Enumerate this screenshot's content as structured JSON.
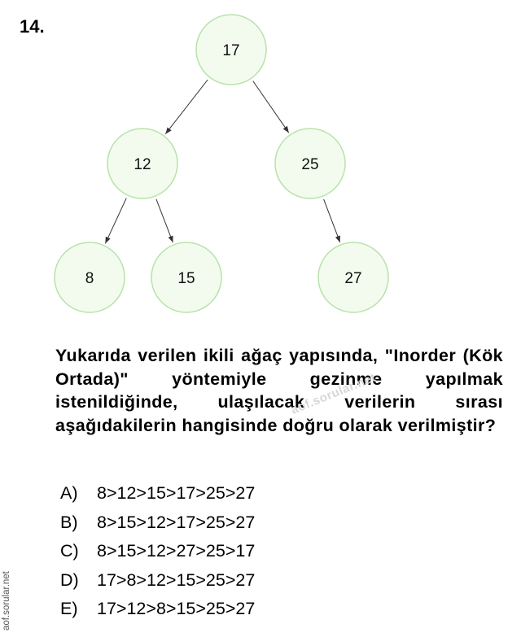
{
  "question": {
    "number": "14.",
    "text": "Yukarıda verilen ikili ağaç yapısında, \"Inorder (Kök Ortada)\" yöntemiyle gezinme yapılmak istenildiğinde, ulaşılacak verilerin sırası aşağıdakilerin hangisinde doğru olarak verilmiştir?"
  },
  "tree": {
    "nodes": [
      {
        "id": "n17",
        "label": "17"
      },
      {
        "id": "n12",
        "label": "12"
      },
      {
        "id": "n25",
        "label": "25"
      },
      {
        "id": "n8",
        "label": "8"
      },
      {
        "id": "n15",
        "label": "15"
      },
      {
        "id": "n27",
        "label": "27"
      }
    ],
    "edges": [
      {
        "from": "n17",
        "to": "n12"
      },
      {
        "from": "n17",
        "to": "n25"
      },
      {
        "from": "n12",
        "to": "n8"
      },
      {
        "from": "n12",
        "to": "n15"
      },
      {
        "from": "n25",
        "to": "n27"
      }
    ],
    "colors": {
      "node_fill": "#f3fbee",
      "node_stroke": "#b7e3a8",
      "edge": "#333333"
    }
  },
  "options": [
    {
      "letter": "A)",
      "text": "8>12>15>17>25>27"
    },
    {
      "letter": "B)",
      "text": "8>15>12>17>25>27"
    },
    {
      "letter": "C)",
      "text": "8>15>12>27>25>17"
    },
    {
      "letter": "D)",
      "text": "17>8>12>15>25>27"
    },
    {
      "letter": "E)",
      "text": "17>12>8>15>25>27"
    }
  ],
  "watermarks": {
    "middle": "aof.sorular.net",
    "side": "aof.sorular.net"
  }
}
